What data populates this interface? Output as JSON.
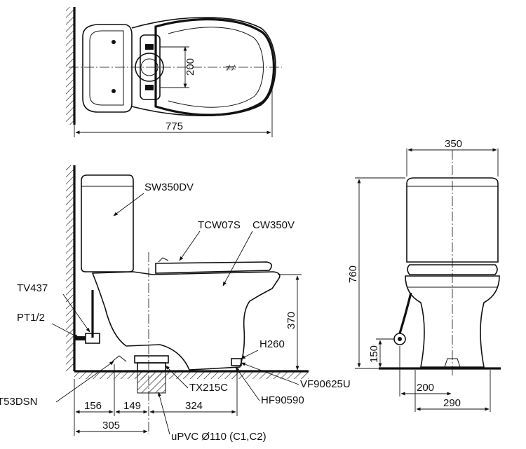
{
  "dimensions": {
    "top_length": "775",
    "top_bolt_spacing": "200",
    "front_width": "350",
    "front_height": "760",
    "front_inlet_height": "150",
    "front_outlet_spacing": "200",
    "front_base_width": "290",
    "side_height": "370",
    "side_wall_to_inlet": "156",
    "side_inlet_to_outlet": "149",
    "side_outlet_to_front": "324",
    "side_wall_to_outlet": "305"
  },
  "parts": {
    "tank": "SW350DV",
    "seat": "TCW07S",
    "bowl": "CW350V",
    "stop_valve": "TV437",
    "pipe": "PT1/2",
    "hose": "T53DSN",
    "flange": "TX215C",
    "height_label": "H260",
    "bolt_cover": "VF90625U",
    "fitting": "HF90590",
    "drain": "uPVC Ø110 (C1,C2)"
  }
}
